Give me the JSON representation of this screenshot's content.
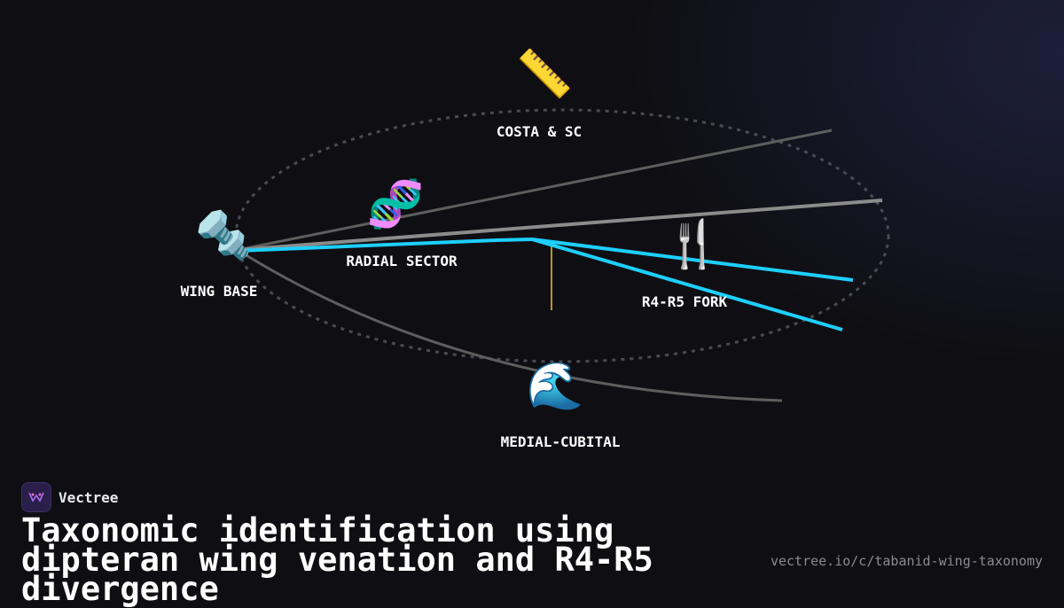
{
  "diagram": {
    "nodes": [
      {
        "id": "costa",
        "label": "COSTA & SC",
        "icon": "ruler-icon",
        "glyph": "📏"
      },
      {
        "id": "radial",
        "label": "RADIAL SECTOR",
        "icon": "dna-icon",
        "glyph": "🧬"
      },
      {
        "id": "base",
        "label": "WING BASE",
        "icon": "nut-and-bolt-icon",
        "glyph": "🔩"
      },
      {
        "id": "fork",
        "label": "R4-R5 FORK",
        "icon": "fork-and-knife-icon",
        "glyph": "🍴"
      },
      {
        "id": "medial",
        "label": "MEDIAL-CUBITAL",
        "icon": "wave-icon",
        "glyph": "🌊"
      }
    ],
    "colors": {
      "highlight_vein": "#1ecfff",
      "grey_vein": "#8c8c8c",
      "dark_vein": "#5e5e5e",
      "crossvein": "#b8962a",
      "outline": "#4a4a52"
    }
  },
  "brand": {
    "name": "Vectree",
    "logo_icon": "vectree-logo-icon"
  },
  "title": "Taxonomic identification using dipteran wing venation and R4-R5 divergence",
  "url": "vectree.io/c/tabanid-wing-taxonomy"
}
